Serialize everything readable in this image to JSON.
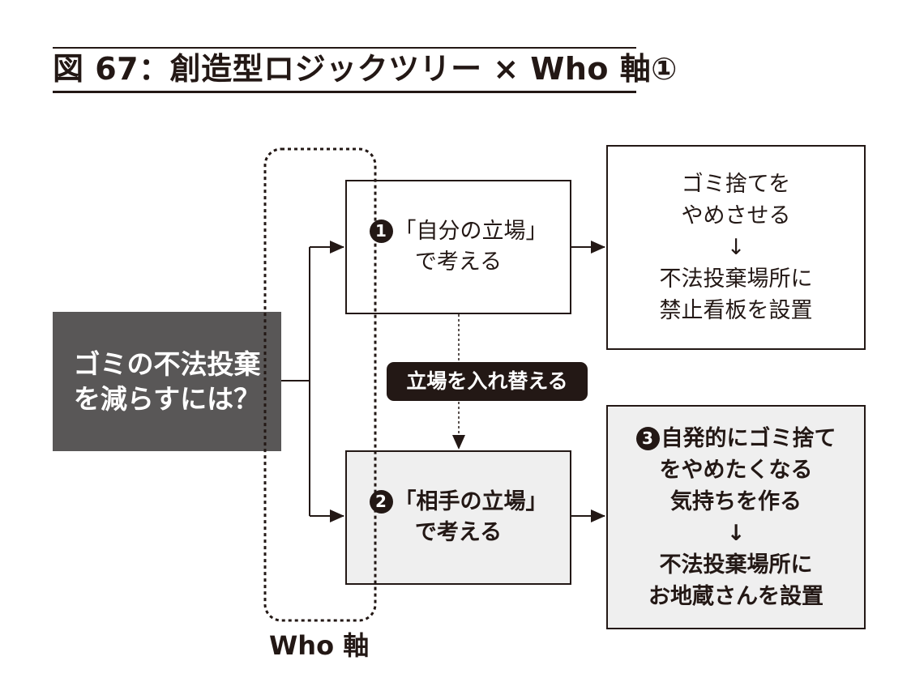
{
  "title": "図 67：創造型ロジックツリー × Who 軸①",
  "question": {
    "lines": [
      "ゴミの不法投棄",
      "を減らすには？"
    ]
  },
  "branch1": {
    "number": "1",
    "lines": [
      "「自分の立場」",
      "で考える"
    ]
  },
  "branch2": {
    "number": "2",
    "lines": [
      "「相手の立場」",
      "で考える"
    ]
  },
  "result1": {
    "lines": [
      "ゴミ捨てを",
      "やめさせる",
      "↓",
      "不法投棄場所に",
      "禁止看板を設置"
    ]
  },
  "result2": {
    "number": "3",
    "lines": [
      "自発的にゴミ捨て",
      "をやめたくなる",
      "気持ちを作る",
      "↓",
      "不法投棄場所に",
      "お地蔵さんを設置"
    ]
  },
  "swap_label": "立場を入れ替える",
  "who_axis_label": "Who 軸",
  "colors": {
    "ink": "#231815",
    "question_fill": "#595757",
    "shaded_fill": "#efefef",
    "white": "#ffffff"
  }
}
